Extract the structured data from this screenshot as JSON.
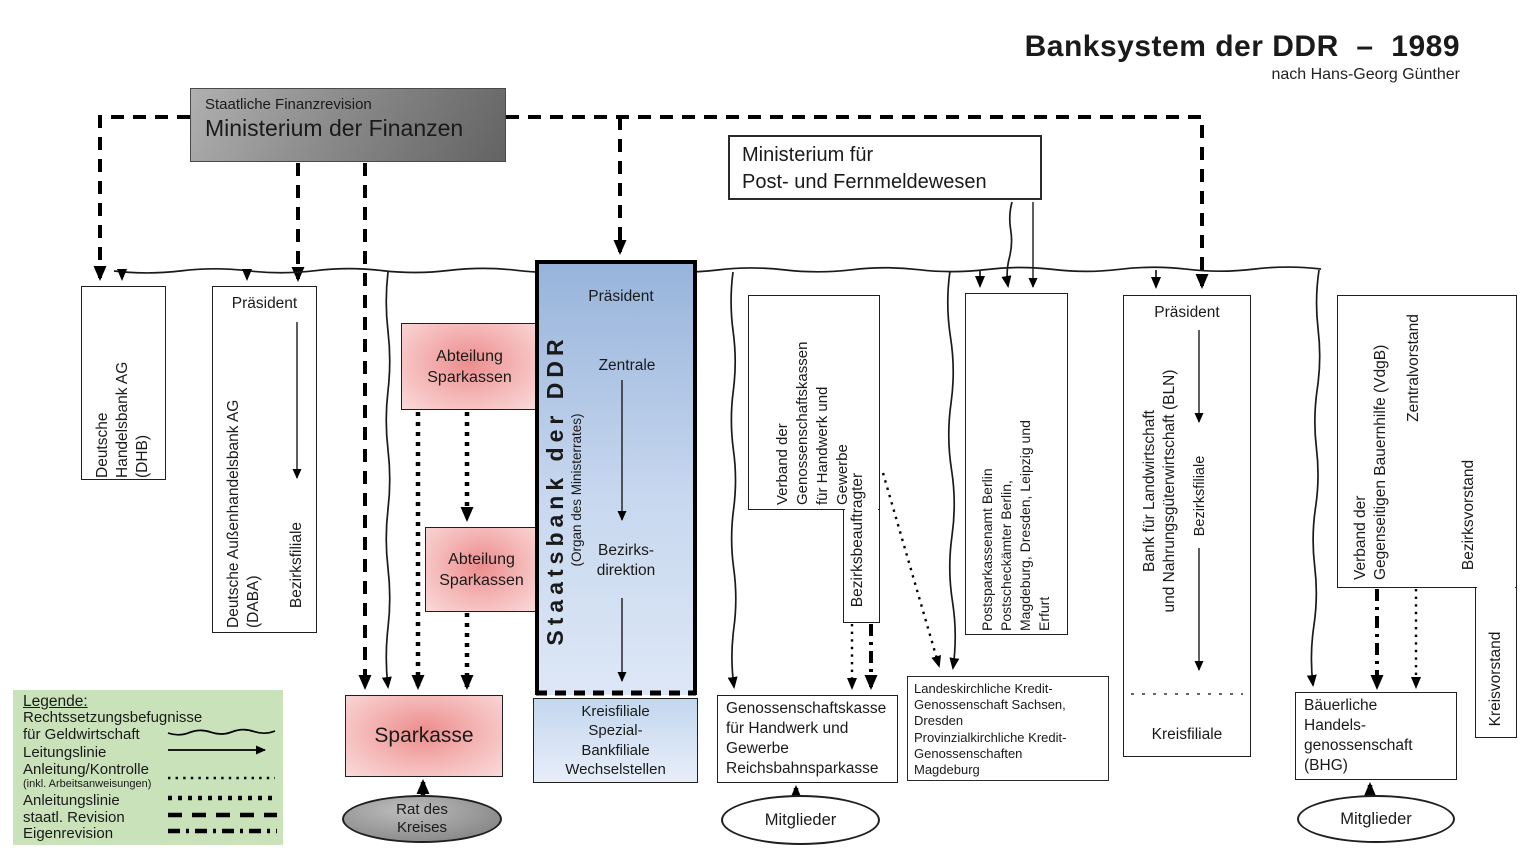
{
  "title": {
    "main": "Banksystem der DDR  –  1989",
    "sub": "nach Hans-Georg Günther"
  },
  "colors": {
    "gray-light": "#b0b0b0",
    "gray-mid": "#8b8b8b",
    "gray-dark": "#636363",
    "staatsbank-blue-top": "#98b4db",
    "staatsbank-blue-mid": "#c8d8ef",
    "staatsbank-blue-bottom": "#dde7f6",
    "blue-light-top": "#c3d7ee",
    "blue-light-bottom": "#e8eef9",
    "pink-center": "#ec8c8c",
    "pink-mid": "#f5b9b9",
    "pink-edge": "#fadada",
    "ellipse-gray-light": "#bdbdbd",
    "ellipse-gray-dark": "#7a7a7a",
    "legend-green": "#c9e2ba",
    "line-black": "#000000"
  },
  "nodes": {
    "finanzministerium": {
      "line1": "Staatliche Finanzrevision",
      "line2": "Ministerium der Finanzen"
    },
    "postministerium": {
      "line1": "Ministerium für",
      "line2": "Post- und Fernmeldewesen"
    },
    "dhb": {
      "lines": [
        "Deutsche",
        "Handelsbank AG",
        "(DHB)"
      ]
    },
    "daba": {
      "president": "Präsident",
      "name1": "Deutsche Außenhandelsbank AG",
      "name2": "(DABA)",
      "branch": "Bezirksfiliale"
    },
    "abteilung1": {
      "line1": "Abteilung",
      "line2": "Sparkassen"
    },
    "abteilung2": {
      "line1": "Abteilung",
      "line2": "Sparkassen"
    },
    "sparkasse": {
      "label": "Sparkasse"
    },
    "rat_des_kreises": {
      "line1": "Rat des",
      "line2": "Kreises"
    },
    "staatsbank": {
      "name": "Staatsbank der DDR",
      "organ": "(Organ des Ministerrates)",
      "president": "Präsident",
      "zentrale": "Zentrale",
      "bezirk1": "Bezirks-",
      "bezirk2": "direktion"
    },
    "staatsbank_unten": {
      "lines": [
        "Kreisfiliale",
        "Spezial-",
        "Bankfiliale",
        "Wechselstellen"
      ]
    },
    "verband_genossenschaftskassen": {
      "lines": [
        "Verband der",
        "Genossenschaftskassen",
        "für Handwerk und",
        "Gewerbe"
      ],
      "beauftragter": "Bezirksbeauftragter"
    },
    "postsparkassenamt": {
      "lines": [
        "Postsparkassenamt Berlin",
        "Postscheckämter Berlin,",
        "Magdeburg, Dresden, Leipzig und",
        "Erfurt"
      ]
    },
    "bln": {
      "president": "Präsident",
      "name1": "Bank für Landwirtschaft",
      "name2": "und Nahrungsgüterwirtschaft (BLN)",
      "bezirksfiliale": "Bezirksfiliale",
      "kreisfiliale": "Kreisfiliale"
    },
    "vdgb": {
      "name1": "Verband der",
      "name2": "Gegenseitigen Bauernhilfe (VdgB)",
      "zentralvorstand": "Zentralvorstand",
      "bezirksvorstand": "Bezirksvorstand",
      "kreisvorstand": "Kreisvorstand"
    },
    "genossenschaftskasse": {
      "lines": [
        "Genossenschaftskasse",
        "für Handwerk und",
        "Gewerbe",
        "Reichsbahnsparkasse"
      ]
    },
    "kirchliche_genossenschaften": {
      "lines": [
        "Landeskirchliche Kredit-",
        "Genossenschaft Sachsen,",
        "Dresden",
        "Provinzialkirchliche Kredit-",
        "Genossenschaften",
        "Magdeburg"
      ]
    },
    "bhg": {
      "lines": [
        "Bäuerliche",
        "Handels-",
        "genossenschaft",
        "(BHG)"
      ]
    },
    "mitglieder1": {
      "label": "Mitglieder"
    },
    "mitglieder2": {
      "label": "Mitglieder"
    }
  },
  "legend": {
    "heading": "Legende:",
    "entries": [
      {
        "label": "Rechtssetzungsbefugnisse",
        "label2": "für Geldwirtschaft",
        "symbol": "wavy-line"
      },
      {
        "label": "Leitungslinie",
        "symbol": "solid-arrow"
      },
      {
        "label": "Anleitung/Kontrolle",
        "label2": "(inkl. Arbeitsanweisungen)",
        "symbol": "fine-dotted-line"
      },
      {
        "label": "Anleitungslinie",
        "symbol": "thick-dotted-line"
      },
      {
        "label": "staatl. Revision",
        "symbol": "dashed-line"
      },
      {
        "label": "Eigenrevision",
        "symbol": "dash-dot-line"
      }
    ]
  }
}
